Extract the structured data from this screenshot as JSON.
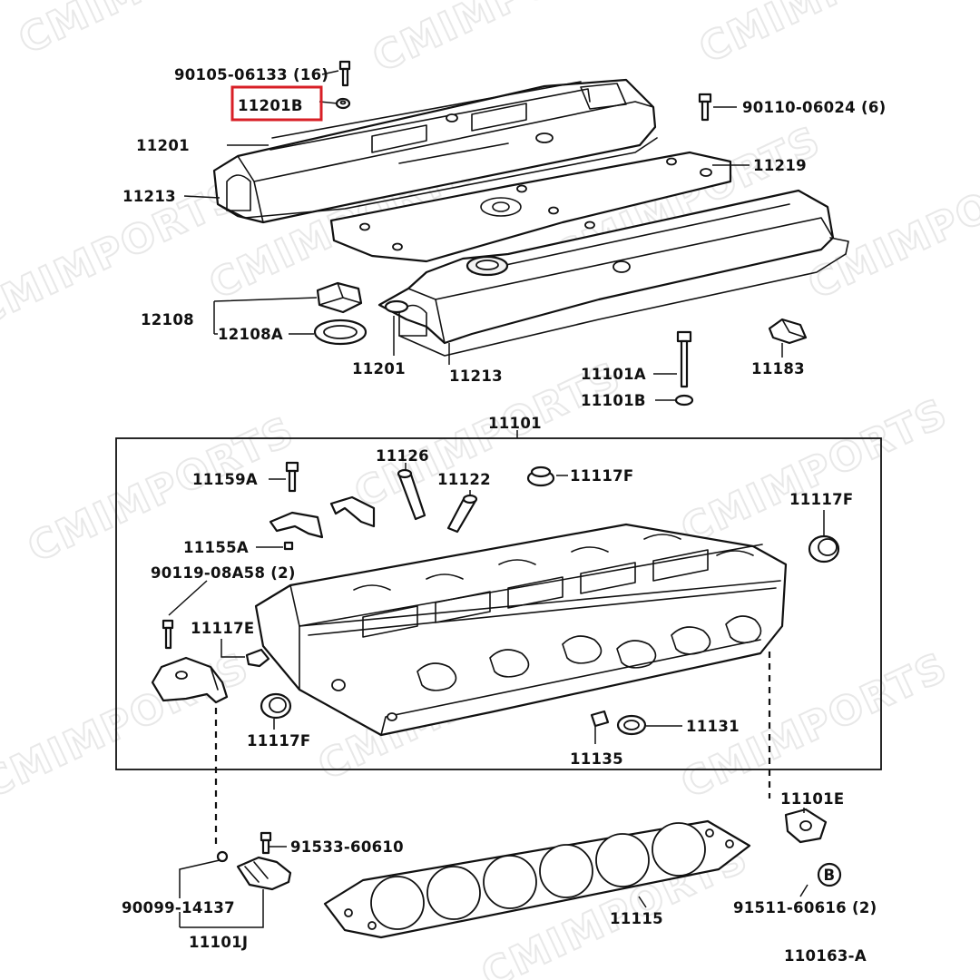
{
  "watermark": "CMIMPORTS",
  "highlight_color": "#d81f26",
  "callout_letter": "B",
  "labels": {
    "l_90105": "90105-06133 (16)",
    "l_11201B": "11201B",
    "l_90110": "90110-06024 (6)",
    "l_11201_top": "11201",
    "l_11219": "11219",
    "l_11213_top": "11213",
    "l_12108": "12108",
    "l_12108A": "12108A",
    "l_11201_bot": "11201",
    "l_11213_bot": "11213",
    "l_11101A": "11101A",
    "l_11183": "11183",
    "l_11101B": "11101B",
    "l_11101": "11101",
    "l_11126": "11126",
    "l_11159A": "11159A",
    "l_11122": "11122",
    "l_11117F_a": "11117F",
    "l_11117F_b": "11117F",
    "l_11155A": "11155A",
    "l_90119": "90119-08A58 (2)",
    "l_11117E": "11117E",
    "l_11117F_c": "11117F",
    "l_11131": "11131",
    "l_11135": "11135",
    "l_11101E": "11101E",
    "l_91533": "91533-60610",
    "l_90099": "90099-14137",
    "l_11115": "11115",
    "l_91511": "91511-60616 (2)",
    "l_11101J": "11101J",
    "l_110163": "110163-A"
  }
}
